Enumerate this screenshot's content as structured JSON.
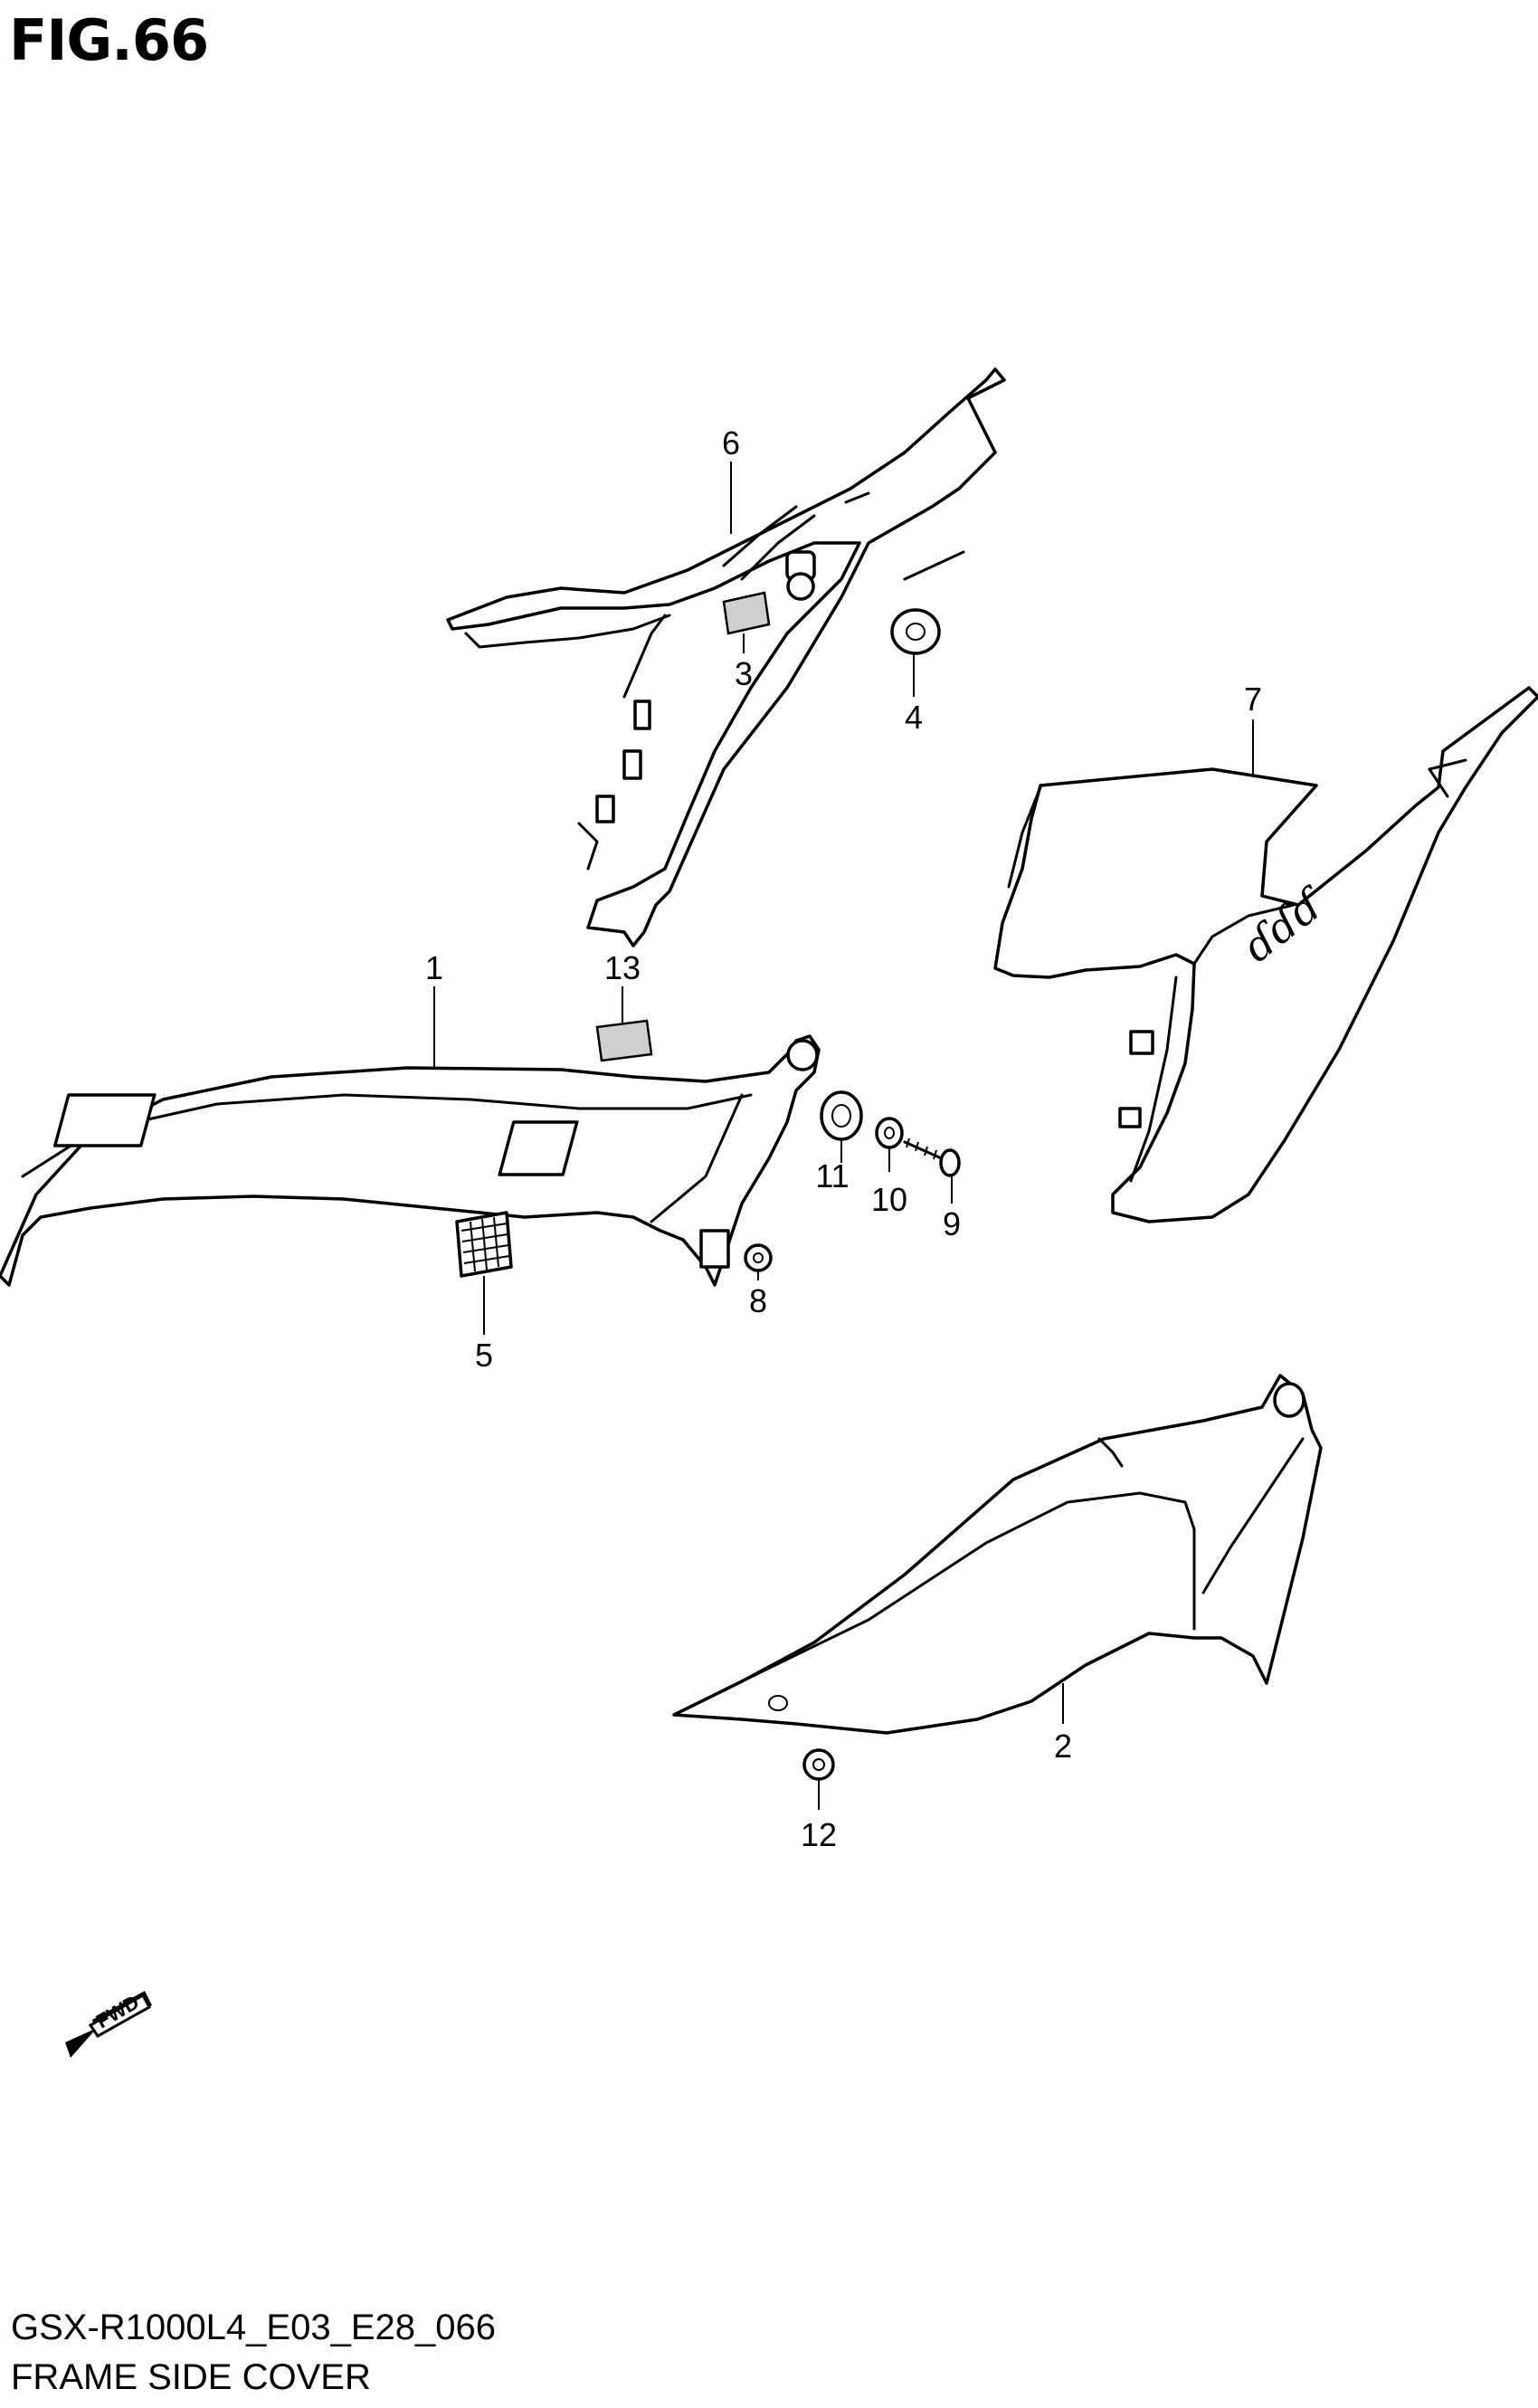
{
  "figure": {
    "title": "FIG.66",
    "model_code": "GSX-R1000L4_E03_E28_066",
    "name": "FRAME SIDE COVER"
  },
  "fwd_arrow": {
    "label": "FWD",
    "icon": "fwd-arrow-icon"
  },
  "callouts": [
    "1",
    "2",
    "3",
    "4",
    "5",
    "6",
    "7",
    "8",
    "9",
    "10",
    "11",
    "12",
    "13"
  ]
}
